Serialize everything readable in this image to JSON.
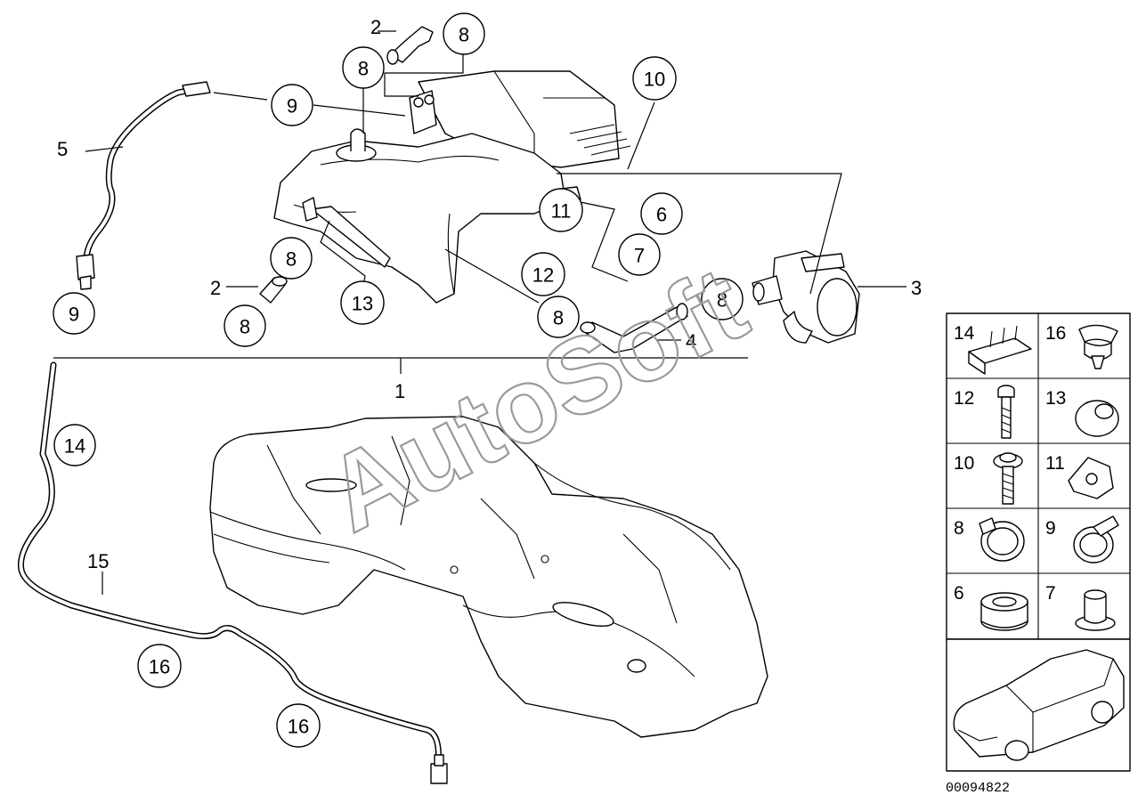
{
  "callouts": [
    {
      "id": "c9a",
      "label": "9"
    },
    {
      "id": "c9b",
      "label": "9"
    },
    {
      "id": "c8a",
      "label": "8"
    },
    {
      "id": "c8b",
      "label": "8"
    },
    {
      "id": "c8c",
      "label": "8"
    },
    {
      "id": "c8d",
      "label": "8"
    },
    {
      "id": "c8e",
      "label": "8"
    },
    {
      "id": "c8f",
      "label": "8"
    },
    {
      "id": "c10",
      "label": "10"
    },
    {
      "id": "c6",
      "label": "6"
    },
    {
      "id": "c7",
      "label": "7"
    },
    {
      "id": "c11",
      "label": "11"
    },
    {
      "id": "c12",
      "label": "12"
    },
    {
      "id": "c13",
      "label": "13"
    },
    {
      "id": "c14",
      "label": "14"
    },
    {
      "id": "c16a",
      "label": "16"
    },
    {
      "id": "c16b",
      "label": "16"
    }
  ],
  "plain_labels": [
    {
      "id": "p2a",
      "label": "2"
    },
    {
      "id": "p2b",
      "label": "2"
    },
    {
      "id": "p5",
      "label": "5"
    },
    {
      "id": "p3",
      "label": "3"
    },
    {
      "id": "p4",
      "label": "4"
    },
    {
      "id": "p1",
      "label": "1"
    },
    {
      "id": "p15",
      "label": "15"
    }
  ],
  "parts_panel": [
    {
      "num": "14"
    },
    {
      "num": "16"
    },
    {
      "num": "12"
    },
    {
      "num": "13"
    },
    {
      "num": "10"
    },
    {
      "num": "11"
    },
    {
      "num": "8"
    },
    {
      "num": "9"
    },
    {
      "num": "6"
    },
    {
      "num": "7"
    }
  ],
  "watermark": "AutoSoft",
  "diagram_code": "00094822"
}
